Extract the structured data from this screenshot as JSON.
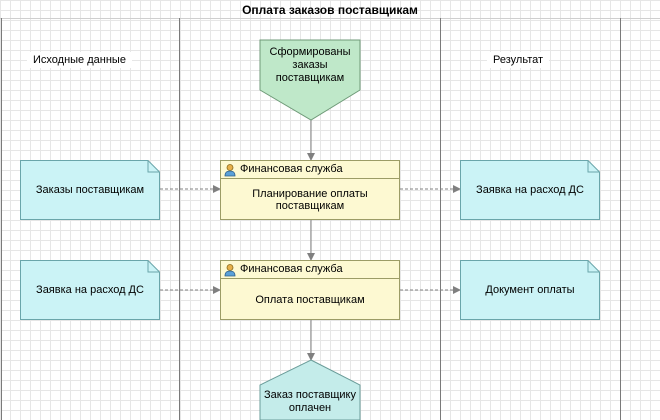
{
  "title": "Оплата заказов поставщикам",
  "lanes": {
    "left_header": "Исходные данные",
    "right_header": "Результат"
  },
  "start_event": {
    "label": "Сформированы заказы поставщикам"
  },
  "end_event": {
    "label": "Заказ поставщику оплачен"
  },
  "tasks": [
    {
      "performer": "Финансовая служба",
      "name": "Планирование оплаты поставщикам"
    },
    {
      "performer": "Финансовая служба",
      "name": "Оплата поставщикам"
    }
  ],
  "inputs": [
    {
      "label": "Заказы поставщикам"
    },
    {
      "label": "Заявка на расход ДС"
    }
  ],
  "outputs": [
    {
      "label": "Заявка на расход ДС"
    },
    {
      "label": "Документ оплаты"
    }
  ],
  "colors": {
    "input_fill": "#cbf3f6",
    "event_fill": "#bfe8c9",
    "end_fill": "#c4ecea",
    "task_fill": "#fdf9d2",
    "connector": "#808080"
  },
  "icons": {
    "performer": "user-icon"
  }
}
